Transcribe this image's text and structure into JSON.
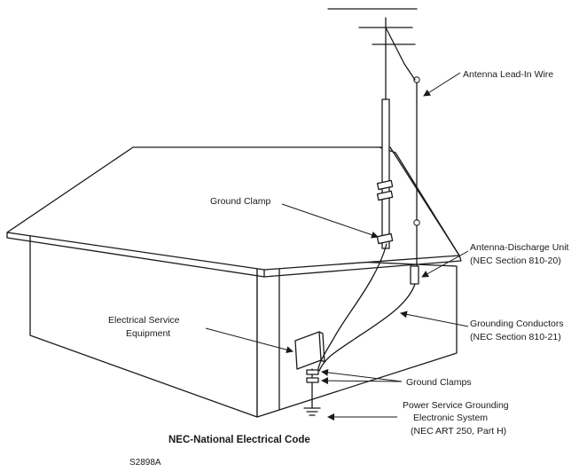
{
  "labels": {
    "lead_in": "Antenna Lead-In Wire",
    "ground_clamp": "Ground Clamp",
    "discharge_unit_1": "Antenna-Discharge Unit",
    "discharge_unit_2": "(NEC Section 810-20)",
    "grounding_conductors_1": "Grounding Conductors",
    "grounding_conductors_2": "(NEC Section 810-21)",
    "electrical_service_1": "Electrical Service",
    "electrical_service_2": "Equipment",
    "ground_clamps": "Ground Clamps",
    "power_service_1": "Power Service Grounding",
    "power_service_2": "Electronic System",
    "power_service_3": "(NEC ART 250, Part H)",
    "nec_title": "NEC-National Electrical Code",
    "figure_code": "S2898A"
  }
}
